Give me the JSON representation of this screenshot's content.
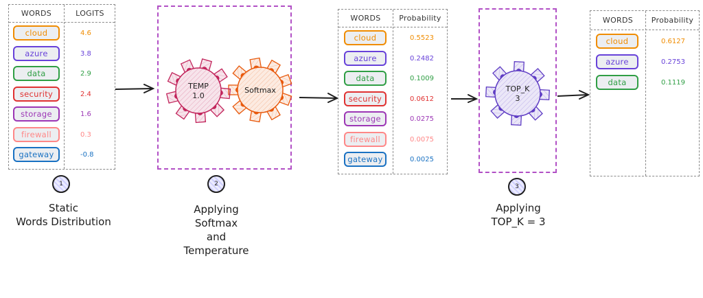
{
  "colors": {
    "cloud": "#f08c00",
    "azure": "#6741d9",
    "data": "#2f9e44",
    "security": "#e03131",
    "storage": "#9c36b5",
    "firewall": "#ff8787",
    "gateway": "#1971c2",
    "stage_border": "#b14fc5",
    "temp_gear": "#c2255c",
    "softmax_gear": "#e8590c",
    "topk_gear": "#5f3dc4"
  },
  "table1": {
    "headers": [
      "WORDS",
      "LOGITS"
    ],
    "rows": [
      {
        "word": "cloud",
        "value": "4.6"
      },
      {
        "word": "azure",
        "value": "3.8"
      },
      {
        "word": "data",
        "value": "2.9"
      },
      {
        "word": "security",
        "value": "2.4"
      },
      {
        "word": "storage",
        "value": "1.6"
      },
      {
        "word": "firewall",
        "value": "0.3"
      },
      {
        "word": "gateway",
        "value": "-0.8"
      }
    ]
  },
  "table2": {
    "headers": [
      "WORDS",
      "Probability"
    ],
    "rows": [
      {
        "word": "cloud",
        "value": "0.5523"
      },
      {
        "word": "azure",
        "value": "0.2482"
      },
      {
        "word": "data",
        "value": "0.1009"
      },
      {
        "word": "security",
        "value": "0.0612"
      },
      {
        "word": "storage",
        "value": "0.0275"
      },
      {
        "word": "firewall",
        "value": "0.0075"
      },
      {
        "word": "gateway",
        "value": "0.0025"
      }
    ]
  },
  "table3": {
    "headers": [
      "WORDS",
      "Probability"
    ],
    "rows": [
      {
        "word": "cloud",
        "value": "0.6127"
      },
      {
        "word": "azure",
        "value": "0.2753"
      },
      {
        "word": "data",
        "value": "0.1119"
      }
    ]
  },
  "gears": {
    "temp": [
      "TEMP",
      "1.0"
    ],
    "softmax": [
      "Softmax"
    ],
    "topk": [
      "TOP_K",
      "3"
    ]
  },
  "steps": [
    {
      "number": "1",
      "caption": [
        "Static",
        "Words Distribution"
      ]
    },
    {
      "number": "2",
      "caption": [
        "Applying",
        "Softmax",
        "and",
        "Temperature"
      ]
    },
    {
      "number": "3",
      "caption": [
        "Applying",
        "TOP_K = 3"
      ]
    }
  ]
}
